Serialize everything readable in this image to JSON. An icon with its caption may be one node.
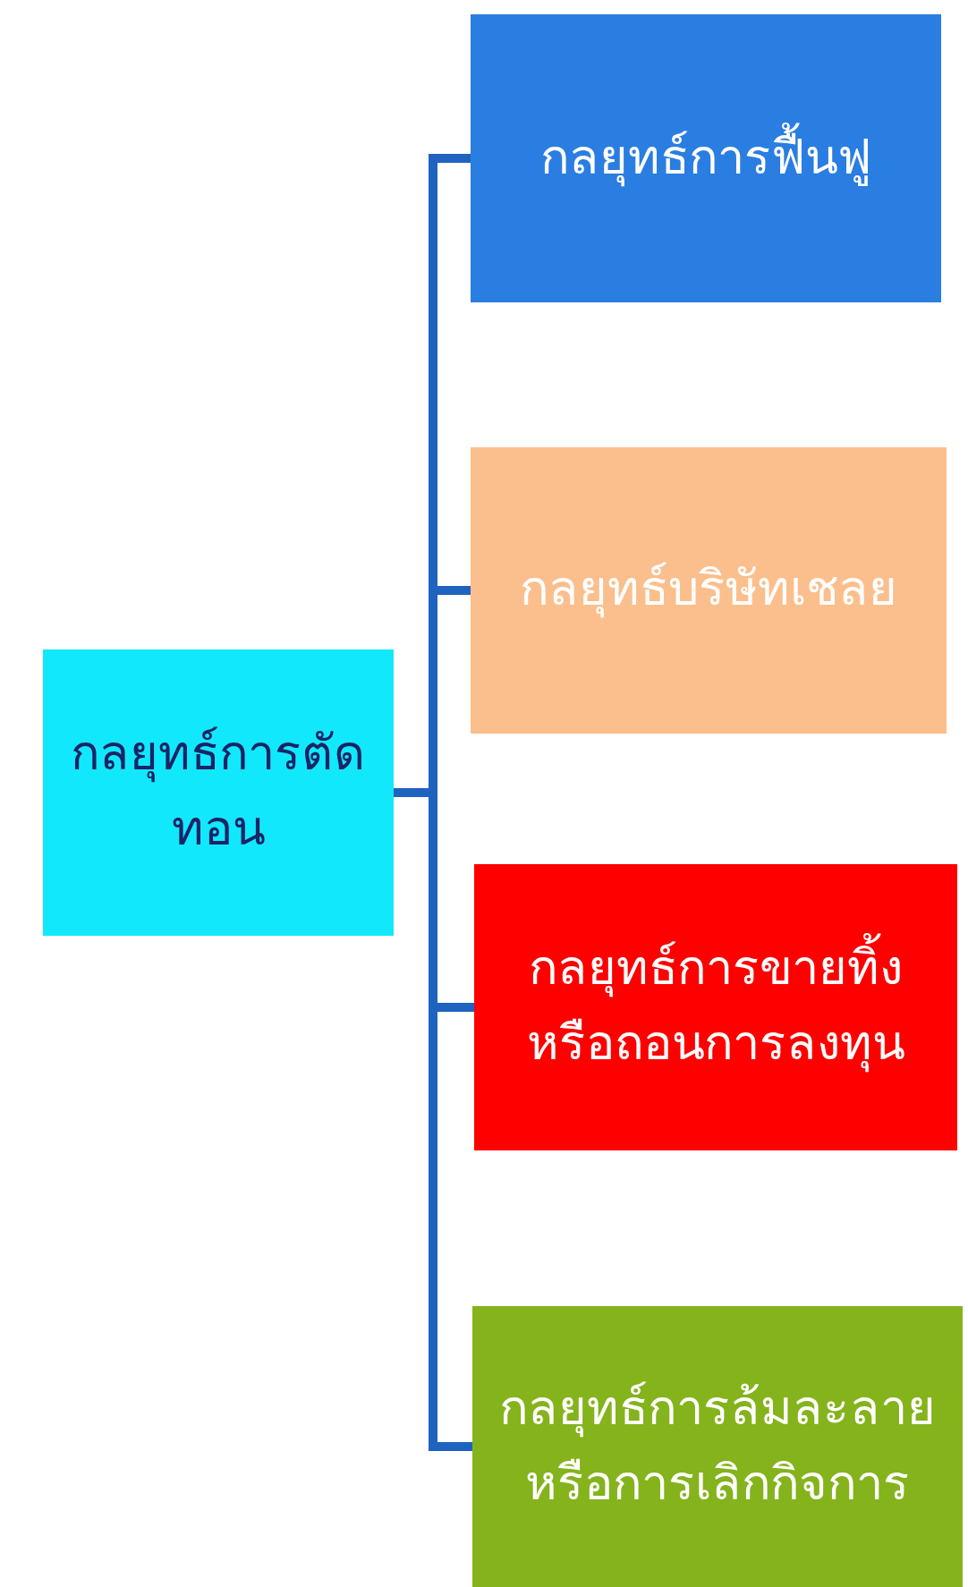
{
  "diagram": {
    "nodes": [
      {
        "text": [
          "กลยุทธ์การตัดทอน"
        ]
      },
      {
        "text": [
          "กลยุทธ์การฟื้นฟู"
        ]
      },
      {
        "text": [
          "กลยุทธ์บริษัทเชลย"
        ]
      },
      {
        "text": [
          "กลยุทธ์การขายทิ้งหรือถอนการลงทุน"
        ]
      },
      {
        "text": [
          "กลยุทธ์การล้มละลายหรือการเลิกกิจการ"
        ]
      }
    ],
    "edges": [
      {
        "from": 0,
        "to": 1,
        "arrow": "none"
      },
      {
        "from": 0,
        "to": 2,
        "arrow": "none"
      },
      {
        "from": 0,
        "to": 3,
        "arrow": "none"
      },
      {
        "from": 0,
        "to": 4,
        "arrow": "none"
      }
    ]
  }
}
